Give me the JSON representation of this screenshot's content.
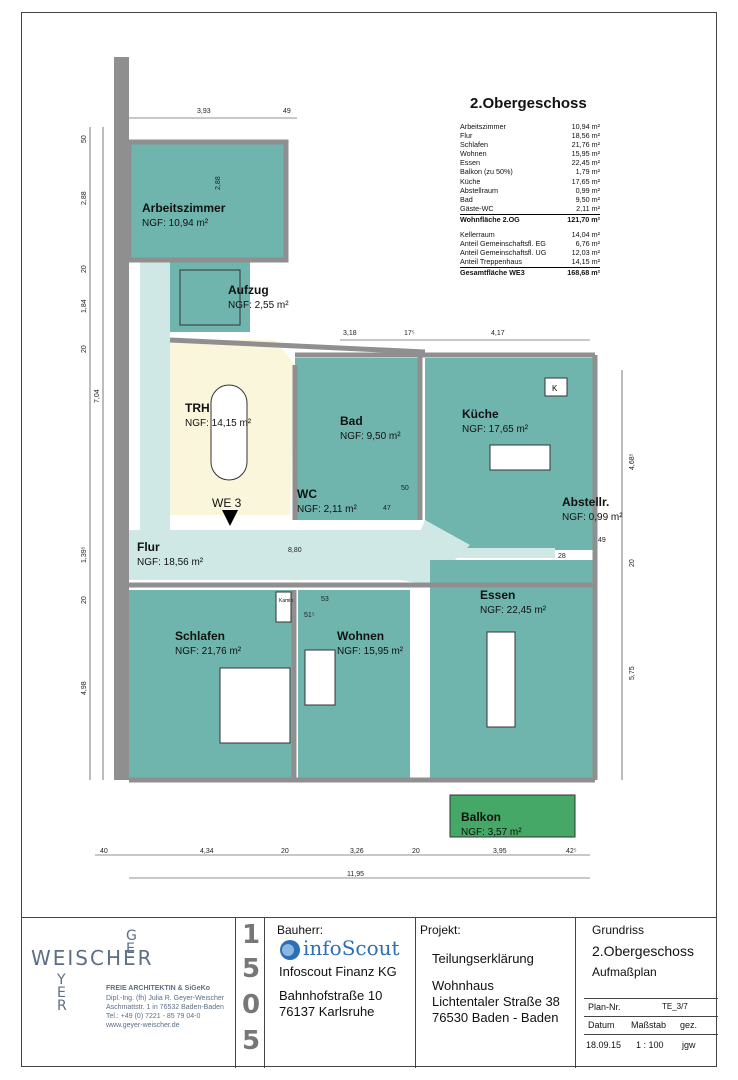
{
  "plan": {
    "title": "2.Obergeschoss",
    "rooms": [
      {
        "name": "Arbeitszimmer",
        "ngf": "NGF:     10,94 m²"
      },
      {
        "name": "Aufzug",
        "ngf": "NGF: 2,55 m²"
      },
      {
        "name": "TRH",
        "ngf": "NGF: 14,15 m²"
      },
      {
        "name": "Bad",
        "ngf": "NGF: 9,50 m²"
      },
      {
        "name": "Küche",
        "ngf": "NGF: 17,65 m²"
      },
      {
        "name": "WC",
        "ngf": "NGF: 2,11 m²"
      },
      {
        "name": "Abstellr.",
        "ngf": "NGF: 0,99 m²"
      },
      {
        "name": "Flur",
        "ngf": "NGF: 18,56 m²"
      },
      {
        "name": "Essen",
        "ngf": "NGF: 22,45 m²"
      },
      {
        "name": "Schlafen",
        "ngf": "NGF: 21,76 m²"
      },
      {
        "name": "Wohnen",
        "ngf": "NGF: 15,95 m²"
      },
      {
        "name": "Balkon",
        "ngf": "NGF: 3,57 m²"
      }
    ],
    "unit_label": "WE 3",
    "kamin_label": "Kamin",
    "stove_label": "K",
    "dimensions": {
      "top_width": "3,93",
      "top_small": "49",
      "mid_a": "3,18",
      "mid_b": "17⁵",
      "mid_c": "4,17",
      "flur_len": "8,80",
      "d_51": "51⁵",
      "d_53": "53",
      "d_47": "47",
      "d_50": "50",
      "d_28": "28",
      "d_49": "49",
      "bottom_40": "40",
      "bottom_434": "4,34",
      "bottom_20a": "20",
      "bottom_326": "3,26",
      "bottom_20b": "20",
      "bottom_395": "3,95",
      "bottom_42": "42⁵",
      "total": "11,95",
      "left_50": "50",
      "left_288": "2,88",
      "left_20a": "20",
      "left_184": "1,84",
      "left_20b": "20",
      "left_704": "7,04",
      "left_139": "1,39⁵",
      "left_20c": "20",
      "left_498": "4,98",
      "inner_288": "2,88",
      "right_468": "4,68⁵",
      "right_20": "20",
      "right_575": "5,75"
    }
  },
  "areas": {
    "rows": [
      {
        "name": "Arbeitszimmer",
        "value": "10,94 m²"
      },
      {
        "name": "Flur",
        "value": "18,56 m²"
      },
      {
        "name": "Schlafen",
        "value": "21,76 m²"
      },
      {
        "name": "Wohnen",
        "value": "15,95 m²"
      },
      {
        "name": "Essen",
        "value": "22,45 m²"
      },
      {
        "name": "Balkon (zu 50%)",
        "value": "1,79 m²"
      },
      {
        "name": "Küche",
        "value": "17,65 m²"
      },
      {
        "name": "Abstellraum",
        "value": "0,99 m²"
      },
      {
        "name": "Bad",
        "value": "9,50 m²"
      },
      {
        "name": "Gäste-WC",
        "value": "2,11 m²"
      }
    ],
    "wohnflaeche": {
      "name": "Wohnfläche 2.OG",
      "value": "121,70 m²"
    },
    "extra": [
      {
        "name": "Kellerraum",
        "value": "14,04 m²"
      },
      {
        "name": "Anteil Gemeinschaftsfl. EG",
        "value": "6,76 m²"
      },
      {
        "name": "Anteil Gemeinschaftsfl. UG",
        "value": "12,03 m²"
      },
      {
        "name": "Anteil Treppenhaus",
        "value": "14,15 m²"
      }
    ],
    "gesamt": {
      "name": "Gesamtfläche WE3",
      "value": "168,68 m²"
    }
  },
  "titleblock": {
    "logo_g": [
      "G",
      "E"
    ],
    "logo_main": "WEISCHER",
    "logo_y": [
      "Y",
      "E",
      "R"
    ],
    "firm": "FREIE ARCHITEKTIN & SiGeKo",
    "person": "Dipl.-Ing. (fh) Julia R. Geyer-Weischer",
    "address": "Aschmattstr. 1 in 76532 Baden-Baden",
    "tel": "Tel.: +49 (0) 7221 - 85 79 04-0",
    "web": "www.geyer-weischer.de",
    "job_digits": [
      "1",
      "5",
      "0",
      "5"
    ],
    "bauherr_label": "Bauherr:",
    "infoscout": "infoScout",
    "client": "Infoscout Finanz KG",
    "client_street": "Bahnhofstraße 10",
    "client_city": "76137  Karlsruhe",
    "projekt_label": "Projekt:",
    "projekt_1": "Teilungserklärung",
    "projekt_2": "Wohnhaus",
    "projekt_3": "Lichtentaler Straße 38",
    "projekt_4": "76530 Baden - Baden",
    "plan_type": "Grundriss",
    "plan_floor": "2.Obergeschoss",
    "plan_kind": "Aufmaßplan",
    "plannr_label": "Plan-Nr.",
    "plannr": "TE_3/7",
    "datum_label": "Datum",
    "massstab_label": "Maßstab",
    "gez_label": "gez.",
    "datum": "18.09.15",
    "massstab": "1 : 100",
    "gez": "jgw"
  },
  "colors": {
    "room_fill": "#6fb5ad",
    "corridor_fill": "#cfe8e5",
    "stair_fill": "#faf6dc",
    "wall": "#8f8f8f",
    "balcony": "#45a867",
    "logo": "#5c6f86"
  }
}
